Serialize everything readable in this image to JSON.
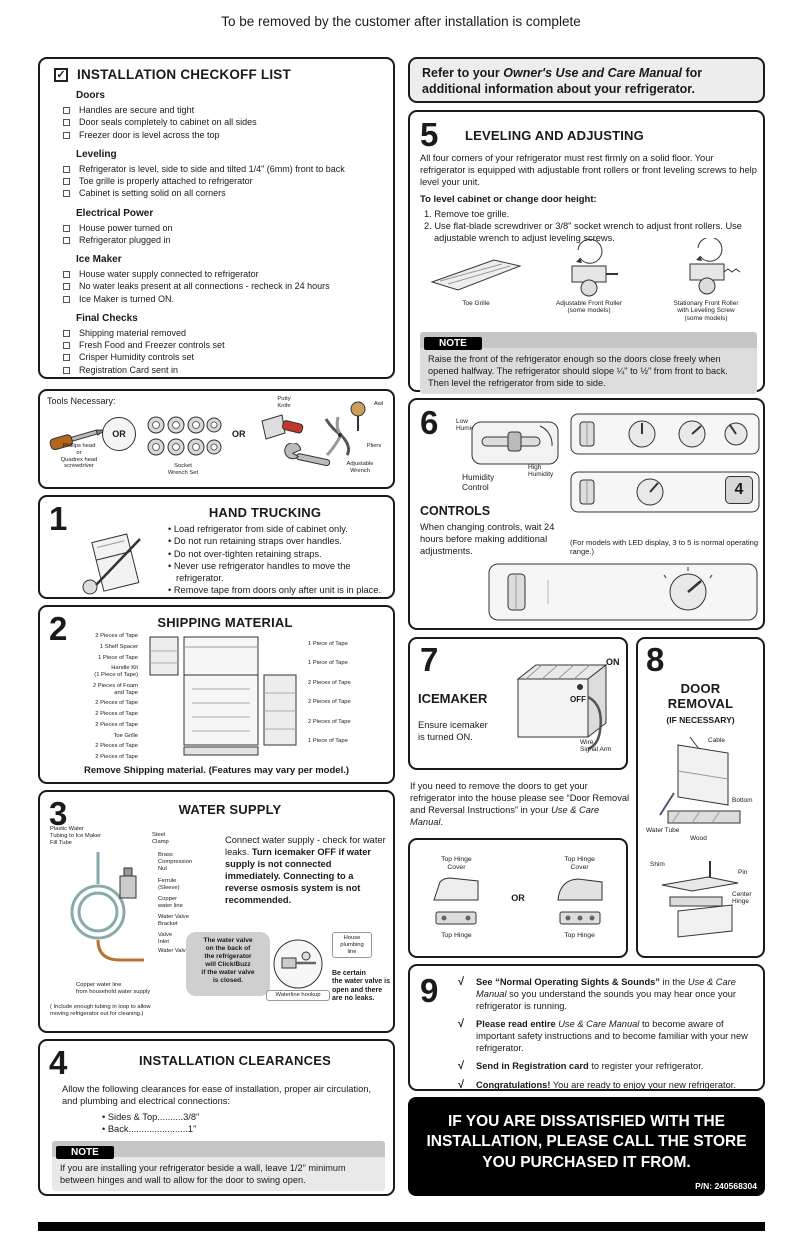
{
  "page": {
    "top_note": "To be removed by the customer after installation is complete"
  },
  "checkoff": {
    "check_glyph": "✓",
    "title": "INSTALLATION CHECKOFF LIST",
    "groups": [
      {
        "heading": "Doors",
        "items": [
          "Handles are secure and tight",
          "Door seals completely to cabinet on all sides",
          "Freezer door is level across the top"
        ]
      },
      {
        "heading": "Leveling",
        "items": [
          "Refrigerator is level, side to side and tilted 1/4\" (6mm) front to back",
          "Toe grille is properly attached to refrigerator",
          "Cabinet is setting solid on all corners"
        ]
      },
      {
        "heading": "Electrical Power",
        "items": [
          "House power turned on",
          "Refrigerator plugged in"
        ]
      },
      {
        "heading": "Ice Maker",
        "items": [
          "House water supply connected to refrigerator",
          "No water leaks present at all connections - recheck in 24 hours",
          "Ice Maker is turned ON."
        ]
      },
      {
        "heading": "Final Checks",
        "items": [
          "Shipping material removed",
          "Fresh Food and Freezer controls set",
          "Crisper Humidity controls set",
          "Registration Card sent in"
        ]
      }
    ]
  },
  "tools": {
    "title": "Tools Necessary:",
    "screwdriver_label": "Phillips head\nor\nQuadrex head\nscrewdriver",
    "or_circle": "OR",
    "socket_label": "Socket\nWrench Set",
    "or_text": "OR",
    "putty_label": "Putty\nKnife",
    "wrench_label": "Adjustable\nWrench",
    "pliers_label": "Pliers",
    "awl_label": "Awl"
  },
  "s1": {
    "num": "1",
    "title": "HAND TRUCKING",
    "bullets": [
      "Load refrigerator from side of cabinet only.",
      "Do not run retaining straps over handles.",
      "Do not over-tighten retaining straps.",
      "Never use refrigerator handles to move the refrigerator.",
      "Remove tape from doors only after unit is in place."
    ]
  },
  "s2": {
    "num": "2",
    "title": "SHIPPING MATERIAL",
    "left_labels": [
      "2 Pieces of Tape",
      "1 Shelf Spacer",
      "1 Piece of Tape",
      "Handle Kit\n(1 Piece of Tape)",
      "2 Pieces of Foam\nand Tape",
      "2 Pieces of Tape",
      "2 Pieces of Tape",
      "2 Pieces of Tape",
      "Toe Grille",
      "2 Pieces of Tape",
      "2 Pieces of Tape"
    ],
    "right_labels": [
      "1 Piece of Tape",
      "1 Piece of Tape",
      "2 Pieces of Tape",
      "2 Pieces of Tape",
      "2 Pieces of Tape",
      "1 Piece of Tape"
    ],
    "caption": "Remove Shipping material. (Features may vary per model.)"
  },
  "s3": {
    "num": "3",
    "title": "WATER SUPPLY",
    "intro": "Connect water supply - check for water leaks. ",
    "warning": "Turn icemaker OFF if water supply is not connected immediately. Connecting to a reverse osmosis system is not recommended.",
    "labels": {
      "tubing": "Plastic Water\nTubing to Ice Maker\nFill Tube",
      "clamp": "Steel\nClamp",
      "nut": "Brass\nCompression\nNut",
      "ferrule": "Ferrule\n(Sleeve)",
      "copper": "Copper\nwater line",
      "bracket": "Water Valve\nBracket",
      "inlet": "Valve\nInlet",
      "valve": "Water Valve",
      "household": "Copper water line\nfrom household water supply",
      "include": "( Include enough tubing in loop to allow\nmoving refrigerator out for cleaning.)"
    },
    "bubble": "The water valve\non the back of\nthe refrigerator\nwill Click/Buzz\nif the water valve\nis closed.",
    "hookup": "Waterline hookup",
    "plumbing": "House\nplumbing\nline",
    "certain": "Be certain\nthe water valve is\nopen and there\nare no leaks."
  },
  "s4": {
    "num": "4",
    "title": "INSTALLATION CLEARANCES",
    "intro": "Allow the following clearances for ease of installation, proper air circulation, and plumbing and electrical connections:",
    "bullets": [
      "• Sides & Top..........3/8\"",
      "• Back.......................1\""
    ],
    "note_label": "NOTE",
    "note": "If you are installing your refrigerator beside a wall, leave 1/2\" minimum between hinges and wall to allow for the door to swing open."
  },
  "refer": {
    "pre": "Refer to your ",
    "manual": "Owner's Use and Care Manual",
    "post": " for additional information about your refrigerator."
  },
  "s5": {
    "num": "5",
    "title": "LEVELING AND ADJUSTING",
    "intro": "All four corners of your refrigerator must rest firmly on a solid floor. Your refrigerator is equipped with adjustable front rollers or front leveling screws to help level your unit.",
    "subhead": "To level cabinet or change door height:",
    "steps": [
      "1. Remove toe grille.",
      "2. Use flat-blade screwdriver or 3/8\" socket wrench to adjust front rollers. Use adjustable wrench to adjust leveling screws."
    ],
    "captions": [
      "Toe Grille",
      "Adjustable Front Roller\n(some models)",
      "Stationary Front Roller\nwith Leveling Screw\n(some models)"
    ],
    "note_label": "NOTE",
    "note": "Raise the front of the refrigerator enough so the doors close freely when opened halfway. The refrigerator should slope ¼\" to ½\" from front to back. Then level the refrigerator from side to side."
  },
  "s6": {
    "num": "6",
    "heading": "CONTROLS",
    "body": "When changing controls, wait 24 hours before making additional adjustments.",
    "paren": "(For models with LED display, 3 to 5 is normal operating range.)",
    "humidity_label": "Humidity\nControl",
    "low": "Low\nHumidity",
    "high": "High\nHumidity",
    "led": "4"
  },
  "s7": {
    "num": "7",
    "heading": "ICEMAKER",
    "body": "Ensure icemaker\nis turned ON.",
    "on": "ON",
    "off": "OFF",
    "arm": "Wire\nSignal Arm",
    "door_pre": "If you need to remove the doors to get your refrigerator into the house please see “Door Removal and Reversal Instructions” in your ",
    "door_manual": "Use & Care Manual",
    "door_post": ".",
    "hinge_cover": "Top Hinge\nCover",
    "hinge": "Top Hinge",
    "or": "OR"
  },
  "s8": {
    "num": "8",
    "title": "DOOR\nREMOVAL",
    "sub": "(IF NECESSARY)",
    "cable": "Cable",
    "bottom": "Bottom",
    "water_tube": "Water Tube",
    "wood": "Wood",
    "shim": "Shim",
    "pin": "Pin",
    "center_hinge": "Center\nHinge"
  },
  "s9": {
    "num": "9",
    "check": "√",
    "items": [
      {
        "lead": "See “Normal Operating Sights & Sounds”",
        "mid": " in the ",
        "manual": "Use & Care Manual",
        "tail": " so you understand the sounds you may hear once your refrigerator is running."
      },
      {
        "lead": "Please read entire ",
        "mid": "",
        "manual": "Use & Care Manual",
        "tail": " to become aware of important safety instructions and to become familiar with your new refrigerator."
      },
      {
        "lead": "Send in Registration card",
        "mid": "",
        "manual": "",
        "tail": " to register your refrigerator."
      },
      {
        "lead": "Congratulations!",
        "mid": "",
        "manual": "",
        "tail": " You are ready to enjoy your new refrigerator."
      }
    ]
  },
  "dissatisfied": {
    "line": "IF YOU ARE DISSATISFIED WITH THE INSTALLATION, PLEASE CALL THE STORE YOU PURCHASED IT FROM.",
    "pn": "P/N: 240568304"
  }
}
